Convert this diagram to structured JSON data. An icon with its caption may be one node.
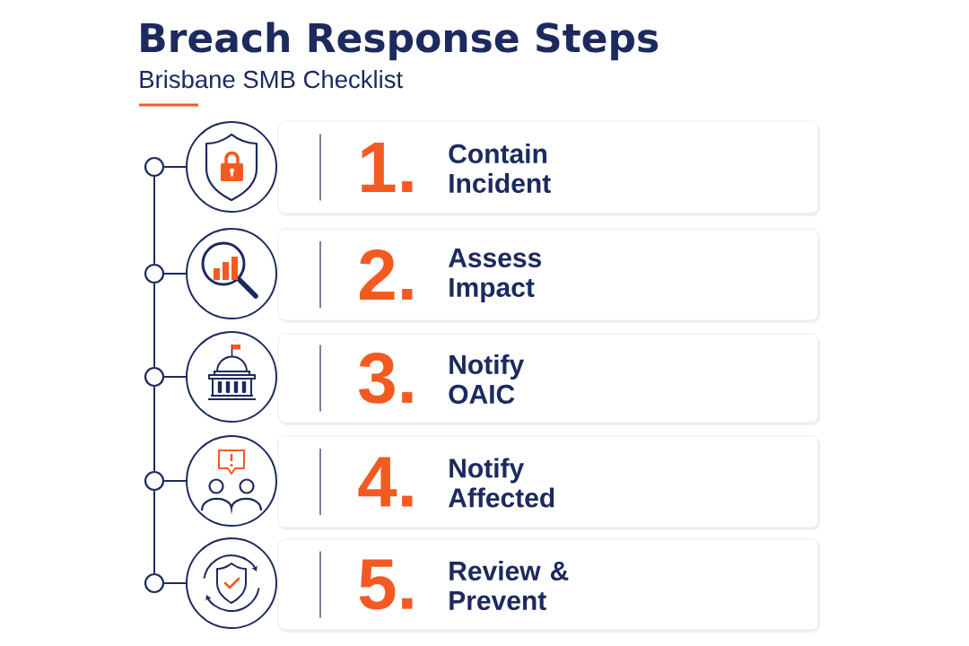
{
  "diagram": {
    "title": "Breach Response Steps",
    "nodes": [
      {
        "text": [],
        "shape": "circle"
      },
      {
        "text": [],
        "shape": "circle"
      },
      {
        "text": [
          "1.",
          "Contain Incident"
        ]
      },
      {
        "text": [],
        "shape": "circle"
      },
      {
        "text": [],
        "shape": "circle"
      },
      {
        "text": [
          "2.",
          "Assess Impact"
        ]
      },
      {
        "text": [],
        "shape": "circle"
      },
      {
        "text": [],
        "shape": "circle"
      },
      {
        "text": [
          "3.",
          "Notify OAIC"
        ]
      },
      {
        "text": [],
        "shape": "circle"
      },
      {
        "text": [],
        "shape": "circle"
      },
      {
        "text": [
          "4.",
          "Notify Affected"
        ]
      },
      {
        "text": [],
        "shape": "circle"
      },
      {
        "text": [],
        "shape": "circle"
      },
      {
        "text": [
          "5.",
          "Review & Prevent"
        ]
      }
    ],
    "edges": [
      {
        "from": 0,
        "to": 3,
        "arrow": "none"
      },
      {
        "from": 3,
        "to": 6,
        "arrow": "none"
      },
      {
        "from": 6,
        "to": 9,
        "arrow": "none"
      },
      {
        "from": 9,
        "to": 12,
        "arrow": "none"
      },
      {
        "from": 0,
        "to": 1,
        "arrow": "none"
      },
      {
        "from": 3,
        "to": 4,
        "arrow": "none"
      },
      {
        "from": 6,
        "to": 7,
        "arrow": "none"
      },
      {
        "from": 9,
        "to": 10,
        "arrow": "none"
      },
      {
        "from": 12,
        "to": 13,
        "arrow": "none"
      }
    ],
    "labels": [
      "Brisbane SMB Checklist"
    ]
  }
}
